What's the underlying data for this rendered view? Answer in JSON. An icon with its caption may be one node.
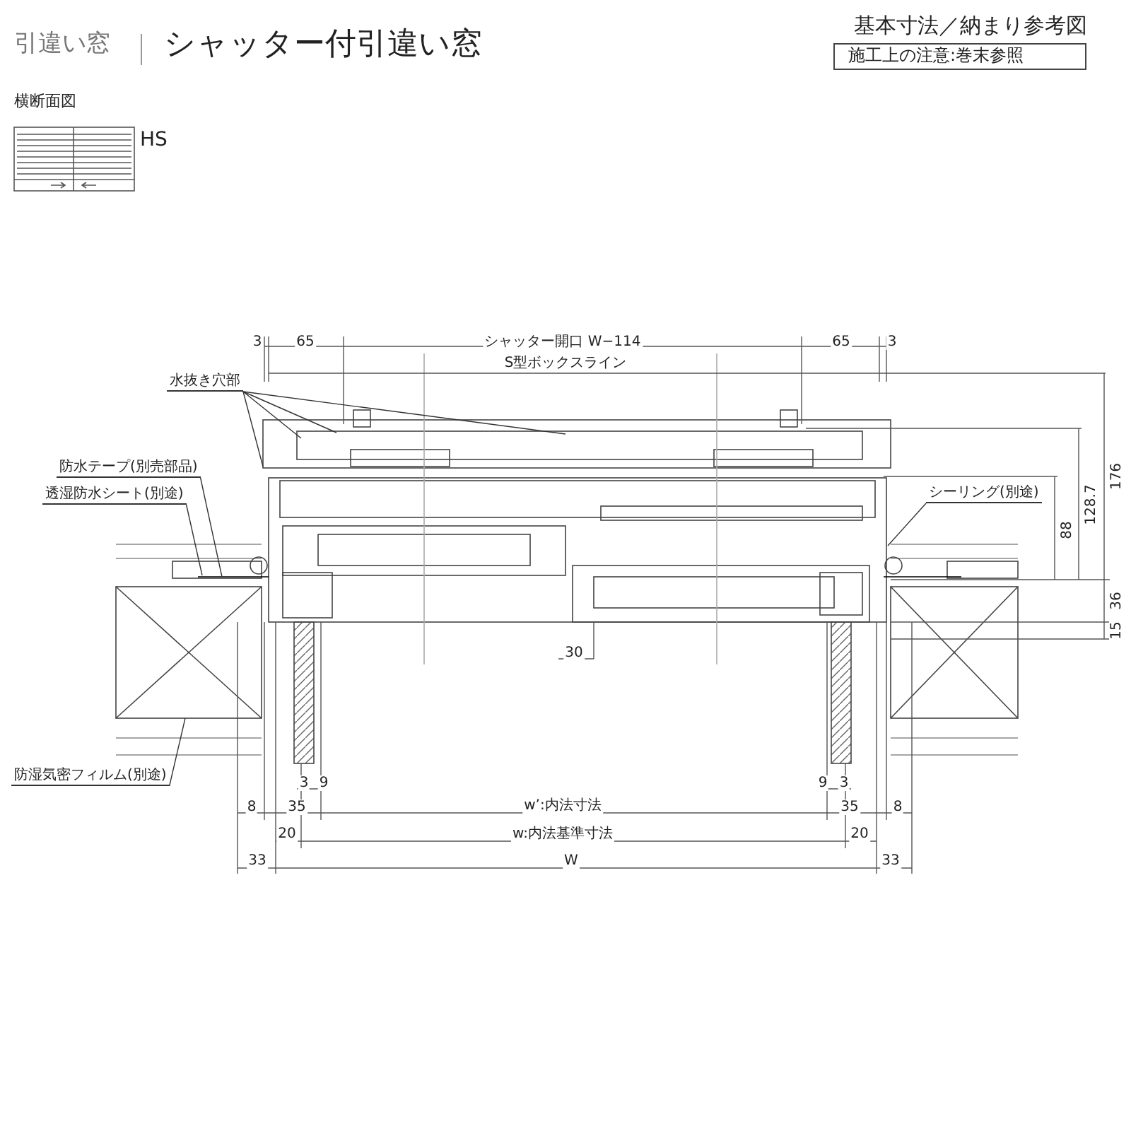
{
  "diagram": {
    "nodes": [
      {
        "text": [
          "水抜き穴部"
        ]
      },
      {
        "text": [
          "防水テープ(別売部品)"
        ]
      },
      {
        "text": [
          "透湿防水シート(別途)"
        ]
      },
      {
        "text": [
          "シーリング(別途)"
        ]
      },
      {
        "text": [
          "防湿気密フィルム(別途)"
        ]
      }
    ],
    "edges": [
      {
        "from": 0,
        "to": null,
        "arrow": "none"
      },
      {
        "from": 0,
        "to": null,
        "arrow": "none"
      },
      {
        "from": 0,
        "to": null,
        "arrow": "none"
      },
      {
        "from": 0,
        "to": null,
        "arrow": "none"
      },
      {
        "from": 1,
        "to": null,
        "arrow": "none"
      },
      {
        "from": 2,
        "to": null,
        "arrow": "none"
      },
      {
        "from": 3,
        "to": null,
        "arrow": "none"
      },
      {
        "from": 4,
        "to": null,
        "arrow": "none"
      }
    ],
    "labels": [
      "引違い窓",
      "シャッター付引違い窓",
      "基本寸法／納まり参考図",
      "施工上の注意:巻末参照",
      "横断面図",
      "HS",
      "3",
      "65",
      "シャッター開口 W−114",
      "65",
      "3",
      "S型ボックスライン",
      "176",
      "128.7",
      "88",
      "36",
      "15",
      "30",
      "3",
      "9",
      "9",
      "3",
      "8",
      "35",
      "w’:内法寸法",
      "35",
      "8",
      "20",
      "w:内法基準寸法",
      "20",
      "33",
      "W",
      "33"
    ]
  }
}
